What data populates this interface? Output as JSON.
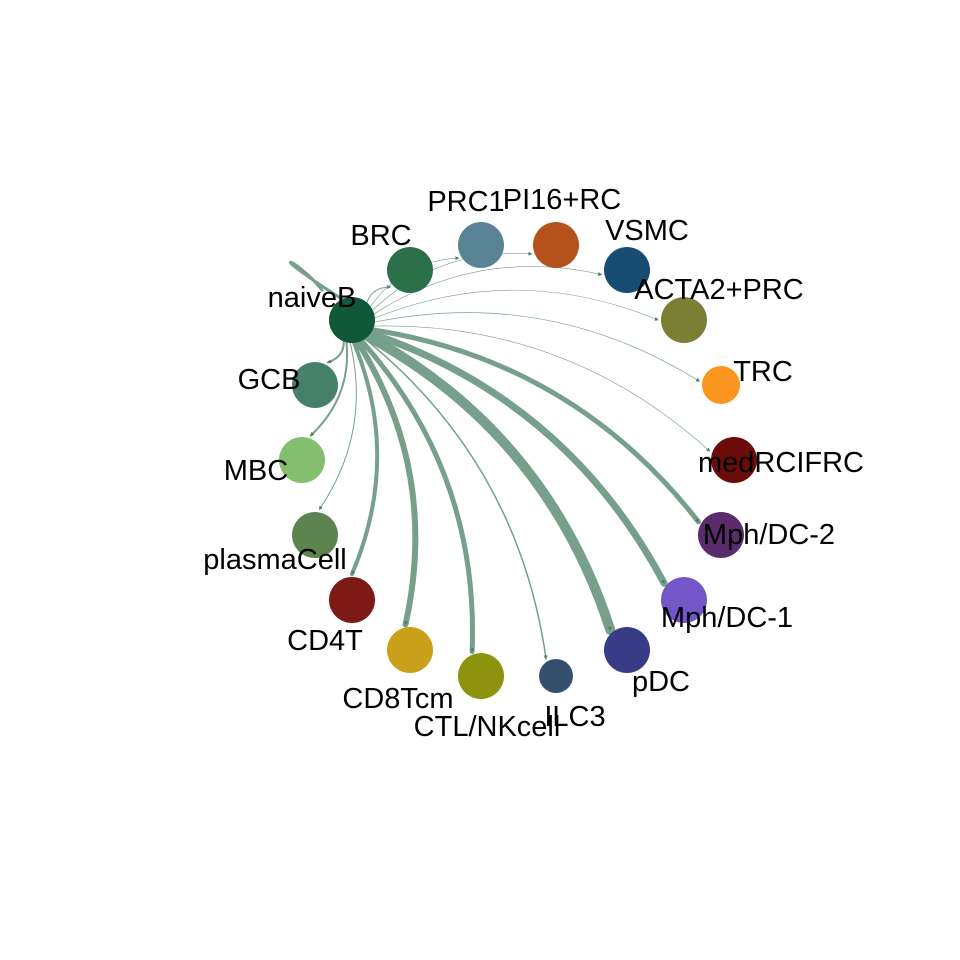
{
  "network": {
    "edge_color": "#76a08c",
    "source": "naiveB",
    "nodes": [
      {
        "id": "naiveB",
        "label": "naiveB",
        "color": "#11573a"
      },
      {
        "id": "BRC",
        "label": "BRC",
        "color": "#2c7049"
      },
      {
        "id": "PRC1",
        "label": "PRC1",
        "color": "#5a8396"
      },
      {
        "id": "PI16+RC",
        "label": "PI16+RC",
        "color": "#b5521c"
      },
      {
        "id": "VSMC",
        "label": "VSMC",
        "color": "#184d73"
      },
      {
        "id": "ACTA2+PRC",
        "label": "ACTA2+PRC",
        "color": "#7b7f35"
      },
      {
        "id": "TRC",
        "label": "TRC",
        "color": "#fa951f"
      },
      {
        "id": "medRCIFRC",
        "label": "medRCIFRC",
        "color": "#6b0b0a"
      },
      {
        "id": "Mph/DC-2",
        "label": "Mph/DC-2",
        "color": "#5b2c6c"
      },
      {
        "id": "Mph/DC-1",
        "label": "Mph/DC-1",
        "color": "#7357c9"
      },
      {
        "id": "pDC",
        "label": "pDC",
        "color": "#383b85"
      },
      {
        "id": "ILC3",
        "label": "ILC3",
        "color": "#35506f"
      },
      {
        "id": "CTL/NKcell",
        "label": "CTL/NKcell",
        "color": "#8d930f"
      },
      {
        "id": "CD8Tcm",
        "label": "CD8Tcm",
        "color": "#c9a11b"
      },
      {
        "id": "CD4T",
        "label": "CD4T",
        "color": "#7c1a13"
      },
      {
        "id": "plasmaCell",
        "label": "plasmaCell",
        "color": "#5d8450"
      },
      {
        "id": "MBC",
        "label": "MBC",
        "color": "#84bf70"
      },
      {
        "id": "GCB",
        "label": "GCB",
        "color": "#45806a"
      }
    ],
    "edges": [
      {
        "target": "naiveB",
        "weight": 3
      },
      {
        "target": "BRC",
        "weight": 1
      },
      {
        "target": "PRC1",
        "weight": 0.6
      },
      {
        "target": "PI16+RC",
        "weight": 0.6
      },
      {
        "target": "VSMC",
        "weight": 0.6
      },
      {
        "target": "ACTA2+PRC",
        "weight": 0.6
      },
      {
        "target": "TRC",
        "weight": 0.7
      },
      {
        "target": "medRCIFRC",
        "weight": 0.6
      },
      {
        "target": "Mph/DC-2",
        "weight": 5
      },
      {
        "target": "Mph/DC-1",
        "weight": 7
      },
      {
        "target": "pDC",
        "weight": 10
      },
      {
        "target": "ILC3",
        "weight": 1.5
      },
      {
        "target": "CTL/NKcell",
        "weight": 5
      },
      {
        "target": "CD8Tcm",
        "weight": 6
      },
      {
        "target": "CD4T",
        "weight": 4
      },
      {
        "target": "plasmaCell",
        "weight": 1
      },
      {
        "target": "MBC",
        "weight": 2
      },
      {
        "target": "GCB",
        "weight": 2
      }
    ]
  }
}
